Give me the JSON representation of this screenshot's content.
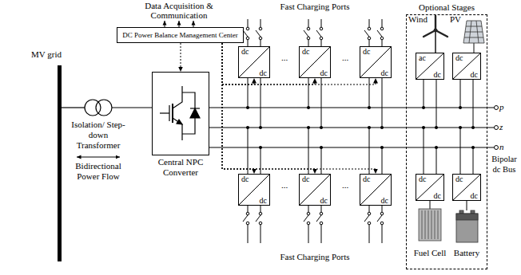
{
  "diagram": {
    "nodes": [
      {
        "text": [
          "DC Power Balance Management Center"
        ]
      },
      {
        "text": [
          "Central NPC Converter"
        ]
      },
      {
        "text": [
          "dc",
          "dc"
        ]
      },
      {
        "text": [
          "dc",
          "dc"
        ]
      },
      {
        "text": [
          "dc",
          "dc"
        ]
      },
      {
        "text": [
          "dc",
          "dc"
        ]
      },
      {
        "text": [
          "dc",
          "dc"
        ]
      },
      {
        "text": [
          "dc",
          "dc"
        ]
      },
      {
        "text": [
          "Optional Stages"
        ]
      },
      {
        "text": [
          "ac",
          "dc"
        ],
        "in": 8
      },
      {
        "text": [
          "dc",
          "dc"
        ],
        "in": 8
      },
      {
        "text": [
          "dc",
          "dc"
        ],
        "in": 8
      },
      {
        "text": [
          "dc",
          "dc"
        ],
        "in": 8
      }
    ],
    "edges": [
      {
        "from": 0,
        "to": 1,
        "arrow": "to"
      },
      {
        "from": 0,
        "to": 2,
        "arrow": "to"
      },
      {
        "from": 0,
        "to": 3,
        "arrow": "to"
      },
      {
        "from": 0,
        "to": 4,
        "arrow": "to"
      },
      {
        "from": 0,
        "to": 5,
        "arrow": "to"
      },
      {
        "from": 0,
        "to": 6,
        "arrow": "to"
      },
      {
        "from": 0,
        "to": 7,
        "arrow": "to"
      }
    ],
    "labels": [
      "MV grid",
      "Data Acquisition & Communication",
      "Isolation/ Step-down Transformer",
      "Bidirectional Power Flow",
      "Fast Charging Ports",
      "...",
      "...",
      "...",
      "...",
      "Fast Charging Ports",
      "Wind",
      "PV",
      "Fuel Cell",
      "Battery",
      "p",
      "z",
      "n",
      "Bipolar dc Bus"
    ]
  }
}
